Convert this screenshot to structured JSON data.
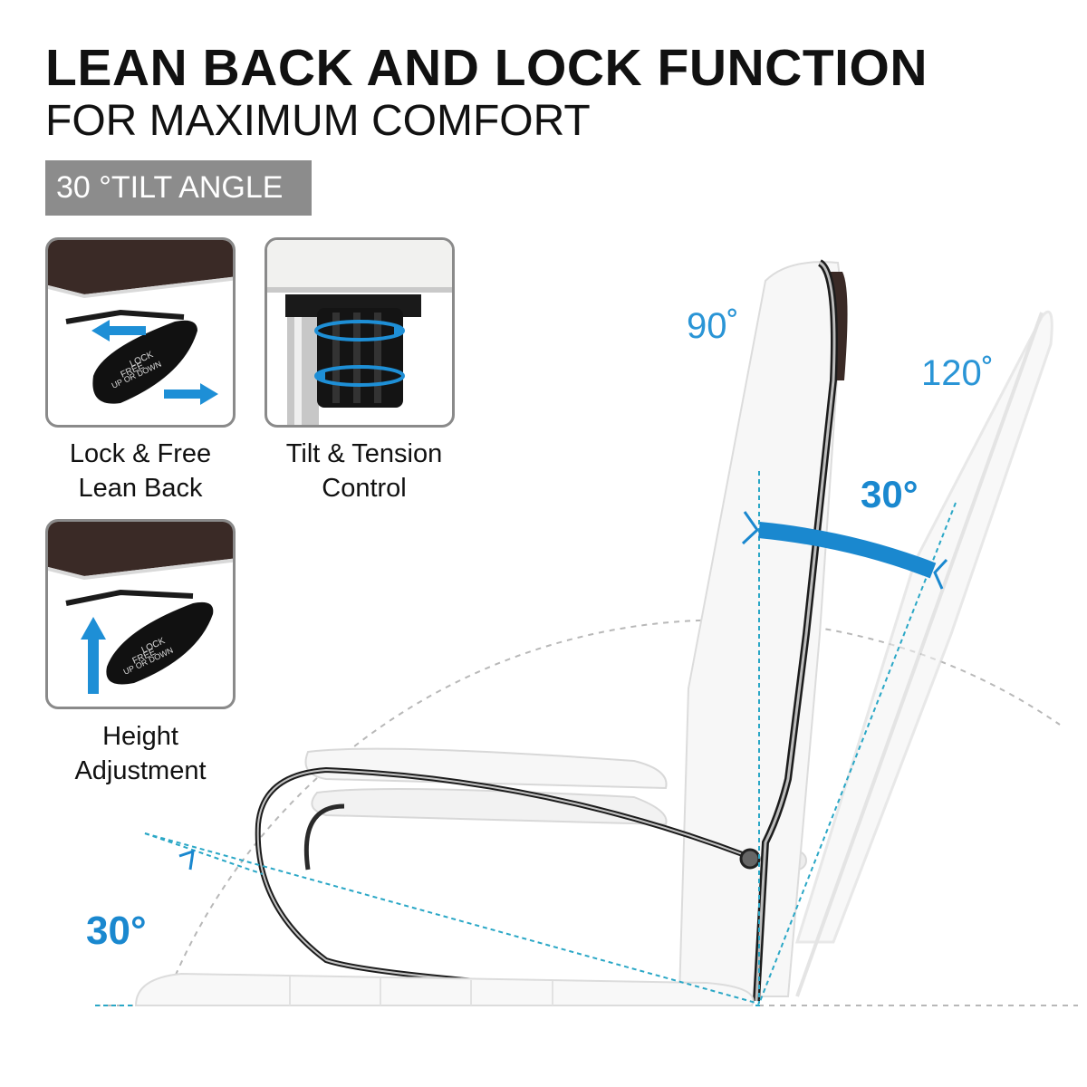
{
  "header": {
    "title": "LEAN BACK AND LOCK FUNCTION",
    "subtitle": "FOR MAXIMUM COMFORT",
    "badge": "30 °TILT ANGLE"
  },
  "features": [
    {
      "caption_line1": "Lock & Free",
      "caption_line2": "Lean Back",
      "icon": "lever-arrows-horizontal-icon",
      "lever_text": [
        "LOCK",
        "FREE",
        "UP OR DOWN"
      ]
    },
    {
      "caption_line1": "Tilt & Tension",
      "caption_line2": "Control",
      "icon": "tension-knob-rotate-icon"
    },
    {
      "caption_line1": "Height",
      "caption_line2": "Adjustment",
      "icon": "lever-arrow-up-icon",
      "lever_text": [
        "LOCK",
        "FREE",
        "UP OR DOWN"
      ]
    }
  ],
  "diagram": {
    "upright_angle": "90˚",
    "reclined_angle": "120˚",
    "back_tilt": "30°",
    "seat_tilt": "30°"
  },
  "colors": {
    "accent_blue": "#1a88cf",
    "badge_gray": "#8c8c8c",
    "guide_teal": "#2aa7c6"
  }
}
